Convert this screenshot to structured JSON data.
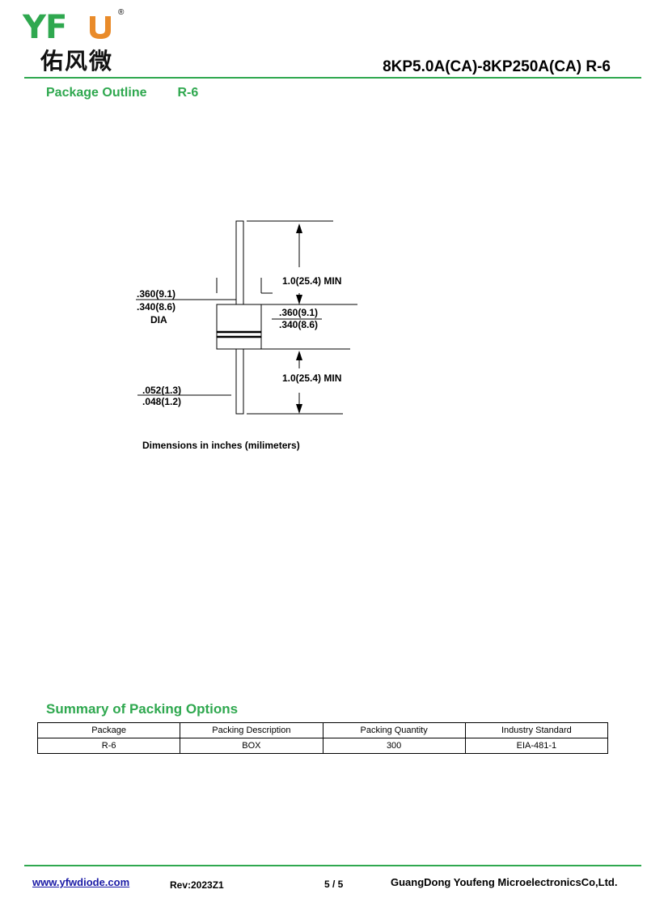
{
  "header": {
    "logo_letters": "YF",
    "logo_cn": "佑风微",
    "logo_reg": "®",
    "title": "8KP5.0A(CA)-8KP250A(CA)  R-6"
  },
  "package_outline": {
    "label": "Package Outline",
    "code": "R-6"
  },
  "drawing": {
    "lead_length_top": "1.0(25.4) MIN",
    "lead_length_bottom": "1.0(25.4) MIN",
    "body_dia_max": ".360(9.1)",
    "body_dia_min": ".340(8.6)",
    "body_dia_label": "DIA",
    "body_len_max": ".360(9.1)",
    "body_len_min": ".340(8.6)",
    "lead_dia_max": ".052(1.3)",
    "lead_dia_min": ".048(1.2)"
  },
  "dimensions_note": "Dimensions  in inches (milimeters)",
  "packing": {
    "heading": "Summary of Packing Options",
    "columns": [
      "Package",
      "Packing Description",
      "Packing Quantity",
      "Industry Standard"
    ],
    "rows": [
      [
        "R-6",
        "BOX",
        "300",
        "EIA-481-1"
      ]
    ]
  },
  "footer": {
    "url": "www.yfwdiode.com",
    "rev": "Rev:2023Z1",
    "page": "5 / 5",
    "company": "GuangDong Youfeng MicroelectronicsCo,Ltd."
  },
  "colors": {
    "brand_green": "#2fa84f",
    "link_blue": "#1a1aa6"
  }
}
